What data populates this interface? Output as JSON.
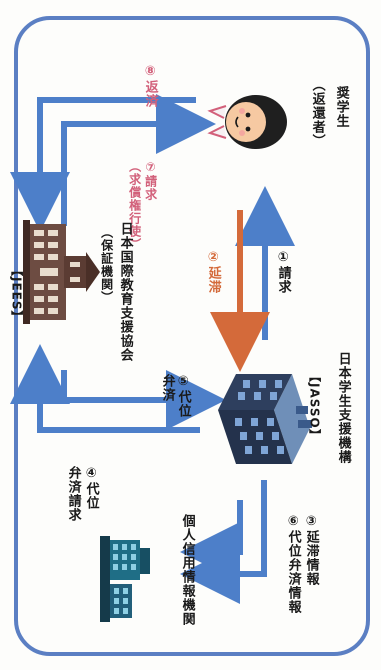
{
  "colors": {
    "frame": "#5b7fc3",
    "arrow_blue": "#4d7fc9",
    "arrow_orange": "#d46a3a",
    "text_pink": "#d2607a",
    "text_dark": "#1a1a1a",
    "text_navy": "#1c3f8c"
  },
  "nodes": {
    "scholar_line1": "奨学生",
    "scholar_line2": "（返還者）",
    "jiees_line1": "日本国際教育支援協会",
    "jiees_line2": "（保証機関）",
    "jiees_abbr": "【JEES】",
    "jasso_line1": "日本学生支援機構",
    "jasso_abbr": "【JASSO】",
    "credit_bureau": "個人信用情報機関"
  },
  "icons": {
    "scholar": "student-icon",
    "jiees": "building-icon",
    "jasso": "office-building-icon",
    "credit_bureau": "data-center-icon"
  },
  "steps": {
    "s1": "①請求",
    "s2": "②延滞",
    "s3": "③延滞情報",
    "s4_line1": "④代位",
    "s4_line2": "弁済請求",
    "s5_line1": "⑤代位",
    "s5_line2": "弁済",
    "s6": "⑥代位弁済情報",
    "s7_line1": "⑦請求",
    "s7_line2": "（求償権行使）",
    "s8": "⑧返済"
  }
}
